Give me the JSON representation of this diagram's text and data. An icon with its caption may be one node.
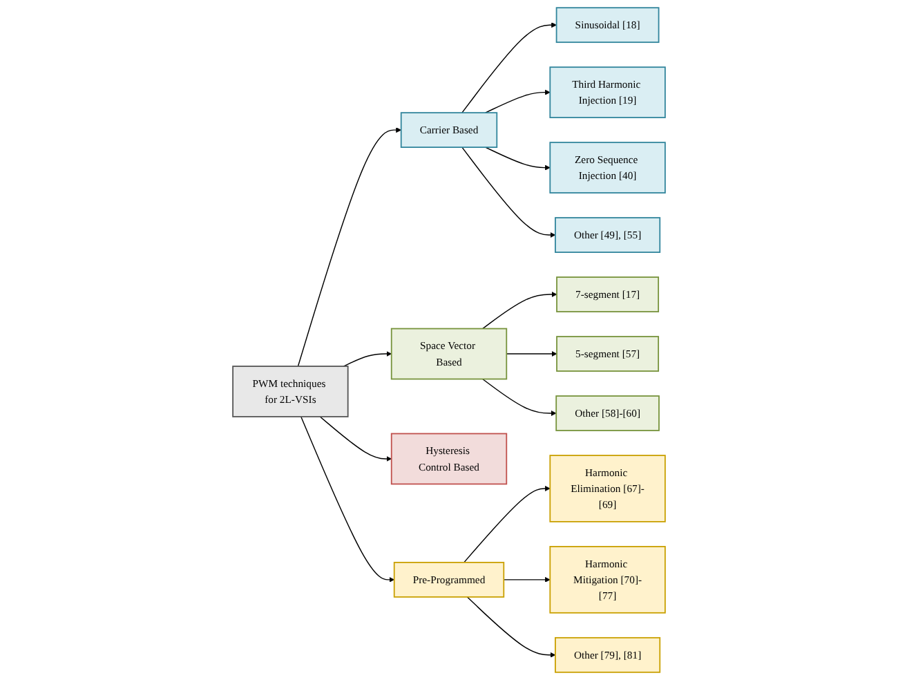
{
  "diagram": {
    "nodes": [
      {
        "text": [
          "PWM techniques for 2L-VSIs"
        ]
      },
      {
        "text": [
          "Carrier Based"
        ]
      },
      {
        "text": [
          "Space Vector Based"
        ]
      },
      {
        "text": [
          "Pre-Programmed"
        ]
      },
      {
        "text": [
          "Hysteresis Control Based"
        ]
      },
      {
        "text": [
          "Sinusoidal [18]"
        ]
      },
      {
        "text": [
          "Third Harmonic Injection [19]"
        ]
      },
      {
        "text": [
          "Zero Sequence Injection [40]"
        ]
      },
      {
        "text": [
          "Other [49], [55]"
        ]
      },
      {
        "text": [
          "7-segment [17]"
        ]
      },
      {
        "text": [
          "5-segment [57]"
        ]
      },
      {
        "text": [
          "Other [58]-[60]"
        ]
      },
      {
        "text": [
          "Harmonic Elimination [67]-[69]"
        ]
      },
      {
        "text": [
          "Harmonic Mitigation [70]-[77]"
        ]
      },
      {
        "text": [
          "Other [79], [81]"
        ]
      }
    ],
    "edges": [
      {
        "from": 0,
        "to": 1,
        "arrow": "to"
      },
      {
        "from": 0,
        "to": 2,
        "arrow": "to"
      },
      {
        "from": 0,
        "to": 3,
        "arrow": "to"
      },
      {
        "from": 0,
        "to": 4,
        "arrow": "to"
      },
      {
        "from": 1,
        "to": 5,
        "arrow": "to"
      },
      {
        "from": 1,
        "to": 6,
        "arrow": "to"
      },
      {
        "from": 1,
        "to": 7,
        "arrow": "to"
      },
      {
        "from": 1,
        "to": 8,
        "arrow": "to"
      },
      {
        "from": 2,
        "to": 9,
        "arrow": "to"
      },
      {
        "from": 2,
        "to": 10,
        "arrow": "to"
      },
      {
        "from": 2,
        "to": 11,
        "arrow": "to"
      },
      {
        "from": 3,
        "to": 12,
        "arrow": "to"
      },
      {
        "from": 3,
        "to": 13,
        "arrow": "to"
      },
      {
        "from": 3,
        "to": 14,
        "arrow": "to"
      }
    ]
  }
}
